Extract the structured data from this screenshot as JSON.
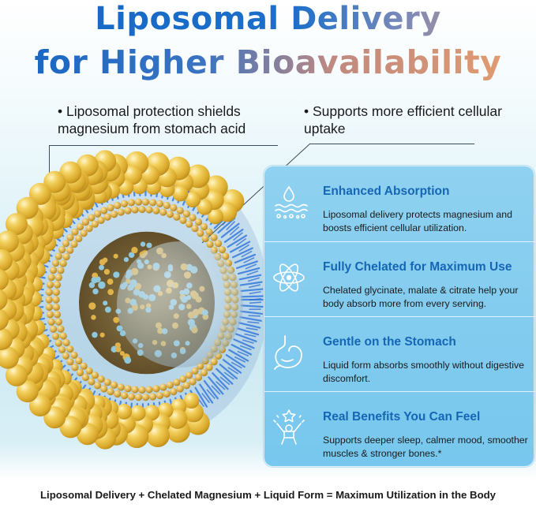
{
  "header": {
    "title_line1": "Liposomal Delivery",
    "title_line2": "for Higher Bioavailability"
  },
  "callouts": {
    "left": "• Liposomal protection shields magnesium from stomach acid",
    "right": "• Supports more efficient cellular uptake"
  },
  "features": [
    {
      "icon": "droplet-absorption-icon",
      "title": "Enhanced Absorption",
      "description": "Liposomal delivery protects magnesium and boosts efficient cellular utilization."
    },
    {
      "icon": "atom-icon",
      "title": "Fully Chelated for Maximum Use",
      "description": "Chelated glycinate, malate & citrate help your body absorb more from every serving."
    },
    {
      "icon": "stomach-icon",
      "title": "Gentle on the Stomach",
      "description": "Liquid form absorbs smoothly without digestive discomfort."
    },
    {
      "icon": "person-star-icon",
      "title": "Real Benefits You Can Feel",
      "description": "Supports deeper sleep, calmer mood, smoother muscles & stronger bones.*"
    }
  ],
  "footer": "Liposomal Delivery + Chelated Magnesium + Liquid Form = Maximum Utilization in the Body",
  "colors": {
    "title_blue": "#1467c2",
    "title_peach": "#e59e6e",
    "feature_title": "#1566b4",
    "panel": "#80cbef",
    "lipid_head": "#ecc150",
    "lipid_tail": "#3e7fdd"
  }
}
